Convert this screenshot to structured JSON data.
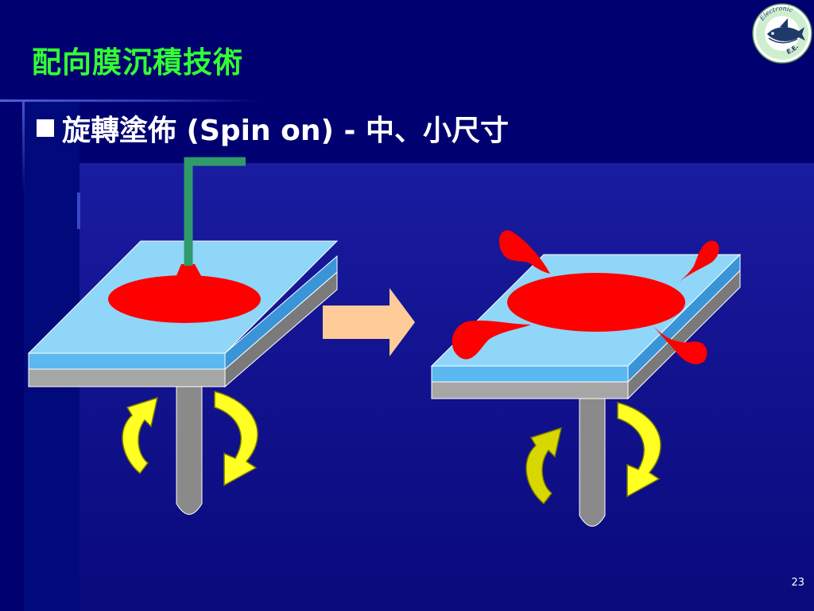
{
  "slide": {
    "title": "配向膜沉積技術",
    "bullet": "旋轉塗佈 (Spin on)  - 中、小尺寸",
    "page_number": "23",
    "logo_text_top": "Electronic",
    "logo_text_bottom": "E.E."
  },
  "colors": {
    "title": "#33ff33",
    "plate_top": "#8fd6f8",
    "plate_side": "#5bb8f0",
    "plate_base": "#a6a6a6",
    "resist": "#ff0000",
    "nozzle": "#2f9a6a",
    "spindle": "#8a8a8a",
    "rotation_arrow": "#ffff22",
    "transition_arrow": "#ffcc99"
  },
  "icons": [
    "rotation-arrow-icon",
    "right-arrow-icon",
    "fish-logo-icon"
  ]
}
